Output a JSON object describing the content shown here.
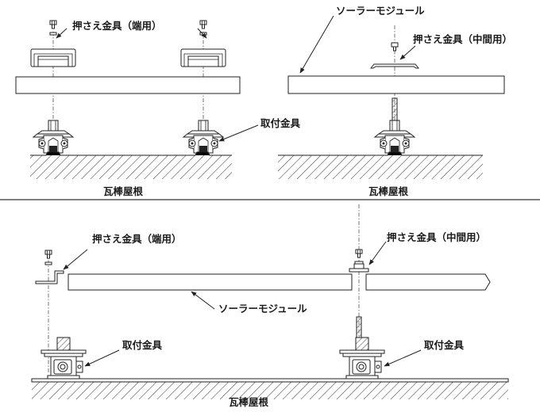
{
  "labels": {
    "end_clamp": "押さえ金具（端用）",
    "mid_clamp": "押さえ金具（中間用）",
    "solar_module": "ソーラーモジュール",
    "mount_bracket": "取付金具",
    "tile_roof": "瓦棒屋根"
  }
}
